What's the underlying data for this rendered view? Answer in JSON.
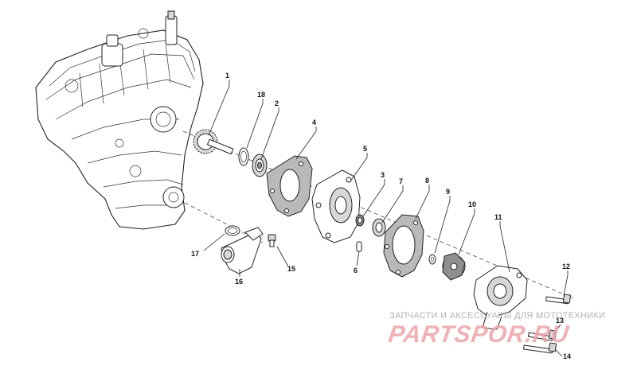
{
  "callouts": {
    "c1": "1",
    "c2": "2",
    "c3": "3",
    "c4": "4",
    "c5": "5",
    "c6": "6",
    "c7": "7",
    "c8": "8",
    "c9": "9",
    "c10": "10",
    "c11": "11",
    "c12": "12",
    "c13": "13",
    "c14": "14",
    "c15": "15",
    "c16": "16",
    "c17": "17",
    "c18": "18"
  },
  "watermark": {
    "tagline": "ЗАПЧАСТИ И АКСЕССУАРЫ ДЛЯ МОТОТЕХНИКИ",
    "logo": "PARTSPOR.RU",
    "color": "#e8505b"
  }
}
